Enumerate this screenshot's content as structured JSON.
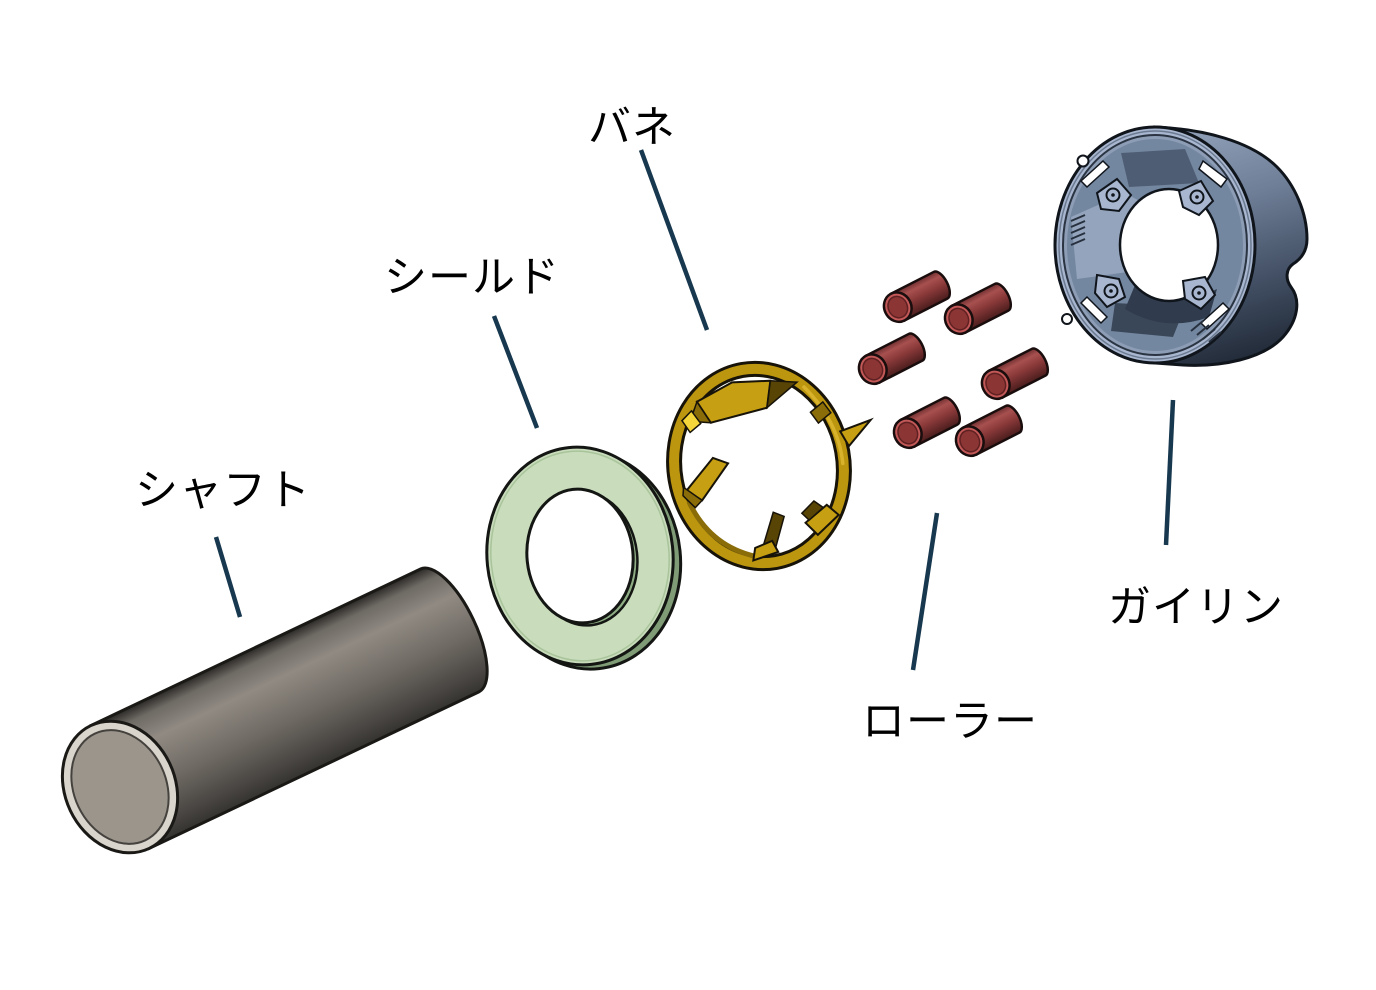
{
  "figure": {
    "type": "exploded-view-diagram",
    "subject": "one-way-clutch-assembly",
    "background_color": "#ffffff",
    "leader_line_color": "#17384e",
    "label_text_color": "#000000",
    "labels": {
      "shaft": "シャフト",
      "shield": "シールド",
      "spring": "バネ",
      "roller": "ローラー",
      "guide_ring": "ガイリン"
    },
    "parts": [
      {
        "id": "shaft",
        "label": "シャフト",
        "color": "#7b766f",
        "count": 1
      },
      {
        "id": "shield",
        "label": "シールド",
        "color": "#c9dcbc",
        "count": 1
      },
      {
        "id": "spring",
        "label": "バネ",
        "color": "#bd9610",
        "count": 1
      },
      {
        "id": "roller",
        "label": "ローラー",
        "color": "#8c3a3a",
        "count": 6
      },
      {
        "id": "guide_ring",
        "label": "ガイリン",
        "color": "#a8b7cf",
        "count": 1
      }
    ]
  }
}
